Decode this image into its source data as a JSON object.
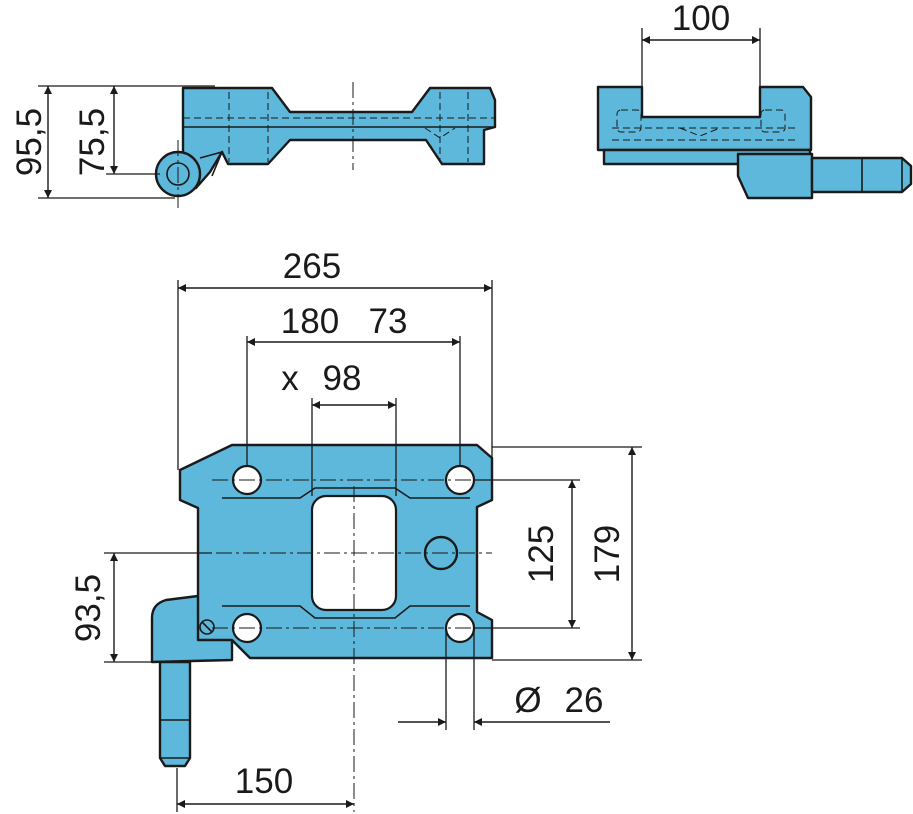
{
  "colors": {
    "part_fill": "#5db8db",
    "line": "#1a1a1a",
    "background": "#ffffff"
  },
  "dimensions": {
    "top_width": "100",
    "height_outer": "95,5",
    "height_inner": "75,5",
    "overall_width": "265",
    "hole_spacing": "180",
    "hole_offset": "73",
    "window_prefix": "x",
    "window_width": "98",
    "hole_pitch_vertical": "125",
    "overall_height": "179",
    "pin_height": "93,5",
    "hole_diameter_symbol": "Ø",
    "hole_diameter": "26",
    "pin_offset": "150"
  }
}
